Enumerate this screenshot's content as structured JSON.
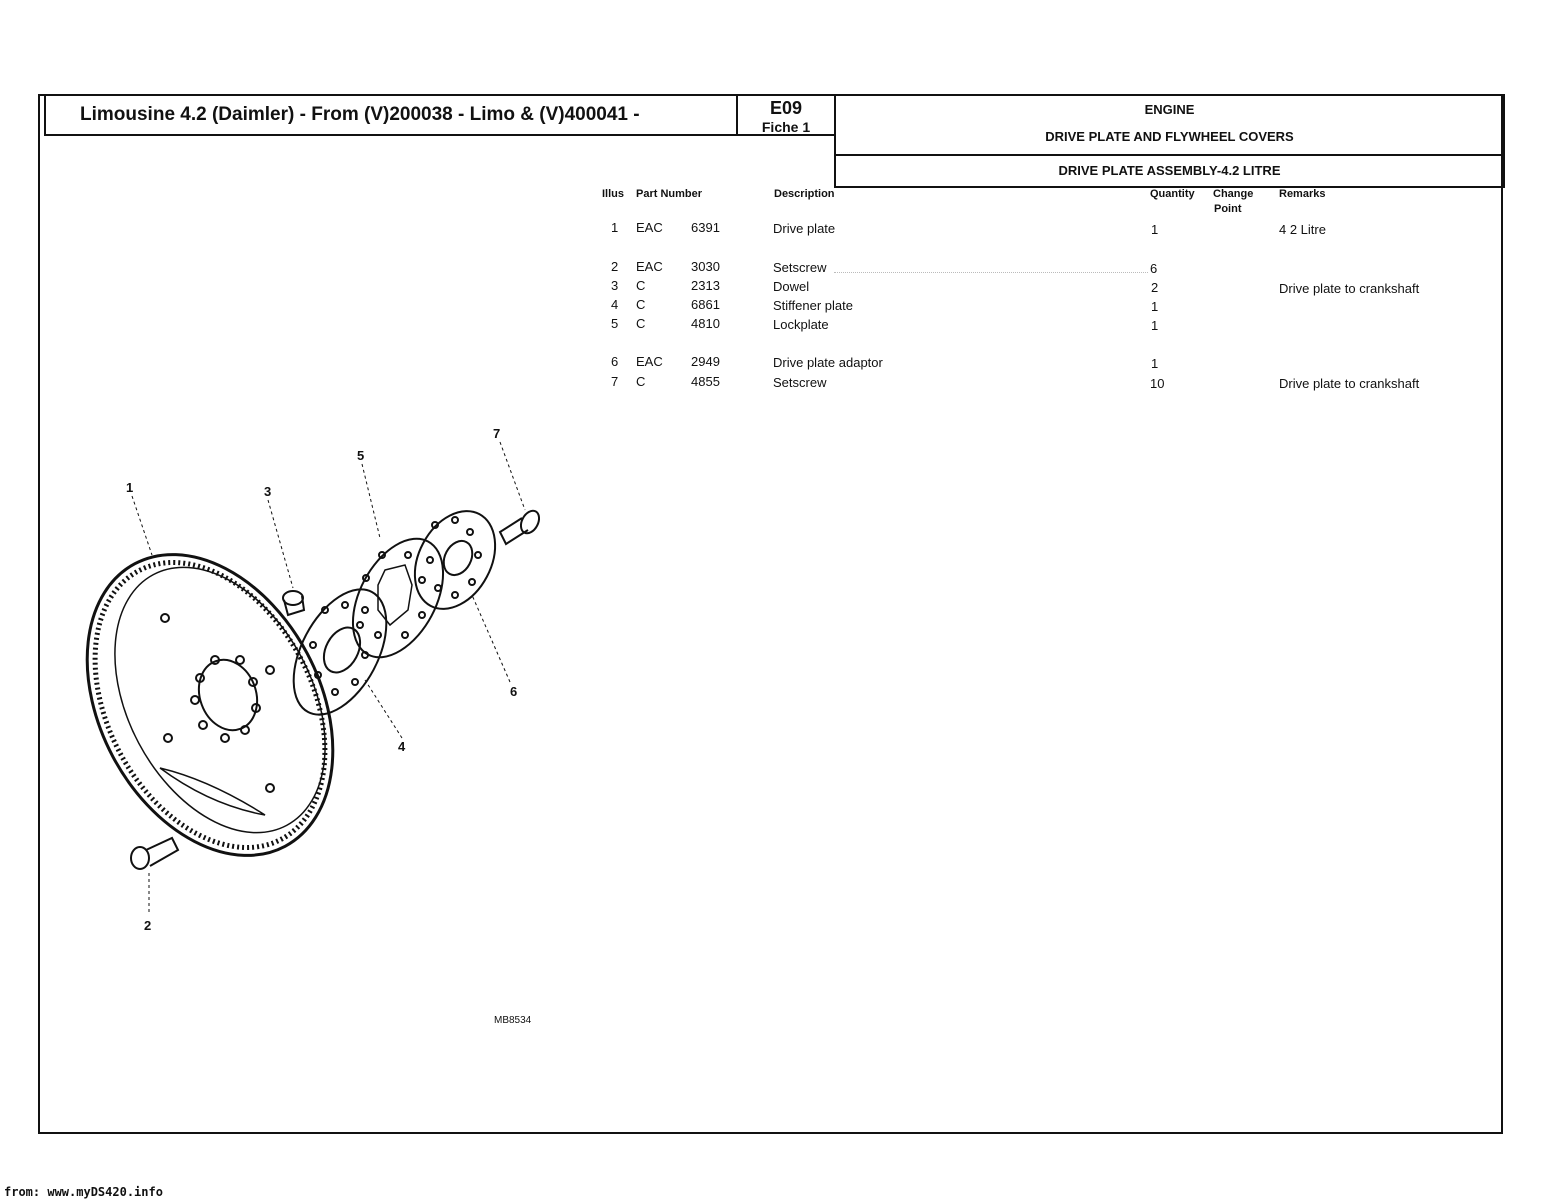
{
  "header": {
    "title": "Limousine 4.2 (Daimler) - From (V)200038 - Limo & (V)400041 -",
    "code": "E09",
    "fiche": "Fiche 1",
    "section": "ENGINE",
    "section_sub": "DRIVE PLATE AND FLYWHEEL COVERS",
    "assembly": "DRIVE PLATE ASSEMBLY-4.2 LITRE"
  },
  "columns": {
    "illus": "Illus",
    "part_number": "Part Number",
    "description": "Description",
    "quantity": "Quantity",
    "change_point_1": "Change",
    "change_point_2": "Point",
    "remarks": "Remarks"
  },
  "parts": [
    {
      "illus": "1",
      "prefix": "EAC",
      "number": "6391",
      "description": "Drive plate",
      "quantity": "1",
      "remarks": "4 2 Litre"
    },
    {
      "illus": "2",
      "prefix": "EAC",
      "number": "3030",
      "description": "Setscrew",
      "quantity": "6",
      "remarks": ""
    },
    {
      "illus": "3",
      "prefix": "C",
      "number": "2313",
      "description": "Dowel",
      "quantity": "2",
      "remarks": "Drive plate to crankshaft"
    },
    {
      "illus": "4",
      "prefix": "C",
      "number": "6861",
      "description": "Stiffener plate",
      "quantity": "1",
      "remarks": ""
    },
    {
      "illus": "5",
      "prefix": "C",
      "number": "4810",
      "description": "Lockplate",
      "quantity": "1",
      "remarks": ""
    },
    {
      "illus": "6",
      "prefix": "EAC",
      "number": "2949",
      "description": "Drive plate adaptor",
      "quantity": "1",
      "remarks": ""
    },
    {
      "illus": "7",
      "prefix": "C",
      "number": "4855",
      "description": "Setscrew",
      "quantity": "10",
      "remarks": "Drive plate to crankshaft"
    }
  ],
  "callouts": [
    "1",
    "2",
    "3",
    "4",
    "5",
    "6",
    "7"
  ],
  "drawing_ref": "MB8534",
  "footer": "from: www.myDS420.info"
}
